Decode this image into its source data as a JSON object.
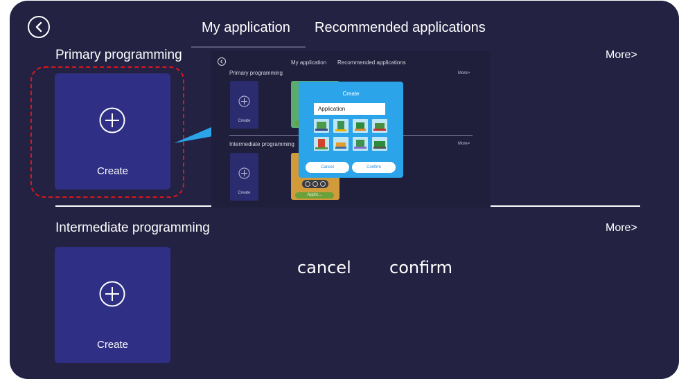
{
  "header": {
    "tabs": [
      {
        "label": "My application"
      },
      {
        "label": "Recommended applications"
      }
    ]
  },
  "sections": [
    {
      "title": "Primary programming",
      "more": "More>",
      "create_label": "Create"
    },
    {
      "title": "Intermediate programming",
      "more": "More>",
      "create_label": "Create"
    }
  ],
  "captions": {
    "cancel": "cancel",
    "confirm": "confirm"
  },
  "inset": {
    "tabs": [
      {
        "label": "My application"
      },
      {
        "label": "Recommended applications"
      }
    ],
    "sections": [
      {
        "title": "Primary programming",
        "more": "More>",
        "create_label": "Create"
      },
      {
        "title": "Intermediate programming",
        "more": "More>",
        "create_label": "Create",
        "app_label": "Applic..."
      }
    ],
    "dialog": {
      "title": "Create",
      "input_value": "Application",
      "cancel_label": "Cancel",
      "confirm_label": "Confirm"
    }
  },
  "colors": {
    "background": "#232243",
    "card": "#2e2f85",
    "dialog": "#2ba4ea",
    "highlight": "#e0141c"
  },
  "icons": {
    "back": "back-arrow-circle-icon",
    "create": "plus-circle-icon"
  }
}
